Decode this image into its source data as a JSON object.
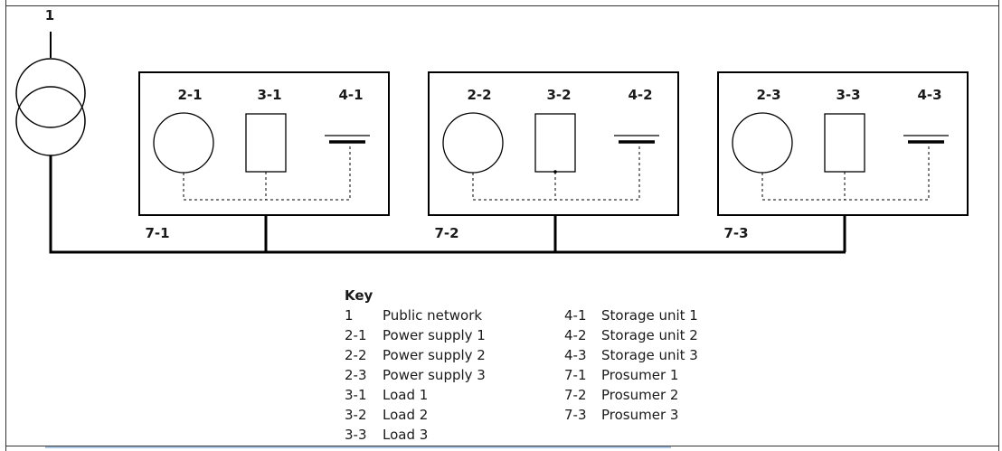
{
  "diagram": {
    "source_label": "1",
    "prosumers": [
      {
        "supply": "2-1",
        "load": "3-1",
        "storage": "4-1",
        "name": "7-1"
      },
      {
        "supply": "2-2",
        "load": "3-2",
        "storage": "4-2",
        "name": "7-2"
      },
      {
        "supply": "2-3",
        "load": "3-3",
        "storage": "4-3",
        "name": "7-3"
      }
    ]
  },
  "key": {
    "title": "Key",
    "left": [
      {
        "code": "1",
        "text": "Public network"
      },
      {
        "code": "2-1",
        "text": "Power supply 1"
      },
      {
        "code": "2-2",
        "text": "Power supply 2"
      },
      {
        "code": "2-3",
        "text": "Power supply 3"
      },
      {
        "code": "3-1",
        "text": "Load 1"
      },
      {
        "code": "3-2",
        "text": "Load 2"
      },
      {
        "code": "3-3",
        "text": "Load 3"
      }
    ],
    "right": [
      {
        "code": "4-1",
        "text": "Storage unit 1"
      },
      {
        "code": "4-2",
        "text": "Storage unit 2"
      },
      {
        "code": "4-3",
        "text": "Storage unit 3"
      },
      {
        "code": "7-1",
        "text": "Prosumer 1"
      },
      {
        "code": "7-2",
        "text": "Prosumer 2"
      },
      {
        "code": "7-3",
        "text": "Prosumer 3"
      }
    ]
  }
}
